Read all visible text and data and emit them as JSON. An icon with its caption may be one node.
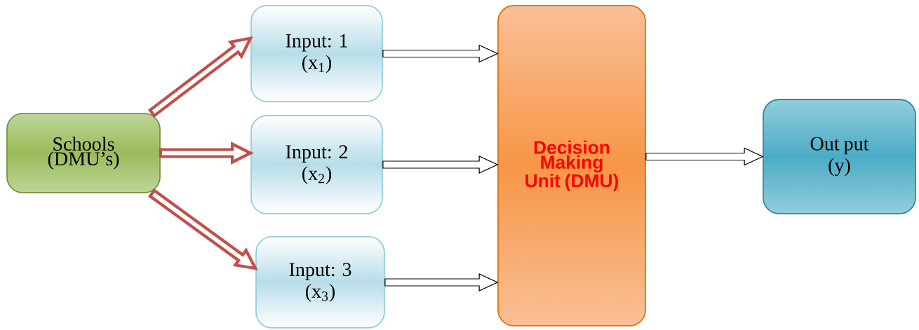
{
  "diagram": {
    "nodes": [
      {
        "text": [
          "Schools (DMU’s)"
        ]
      },
      {
        "text": [
          "Input: 1",
          "(x$_{1}$)"
        ]
      },
      {
        "text": [
          "Input: 2",
          "(x$_{2}$)"
        ]
      },
      {
        "text": [
          "Input: 3",
          "(x$_{3}$)"
        ]
      },
      {
        "text": [
          "Decision Making Unit (DMU)"
        ]
      },
      {
        "text": [
          "Out put",
          "(y)"
        ]
      }
    ],
    "edges": [
      {
        "from": 0,
        "to": 1,
        "arrow": "to",
        "style": "thick",
        "color": "#c0504d"
      },
      {
        "from": 0,
        "to": 2,
        "arrow": "to",
        "style": "thick",
        "color": "#c0504d"
      },
      {
        "from": 0,
        "to": 3,
        "arrow": "to",
        "style": "thick",
        "color": "#c0504d"
      },
      {
        "from": 1,
        "to": 4,
        "arrow": "to"
      },
      {
        "from": 2,
        "to": 4,
        "arrow": "to"
      },
      {
        "from": 3,
        "to": 4,
        "arrow": "to"
      },
      {
        "from": 4,
        "to": 5,
        "arrow": "to"
      }
    ]
  }
}
